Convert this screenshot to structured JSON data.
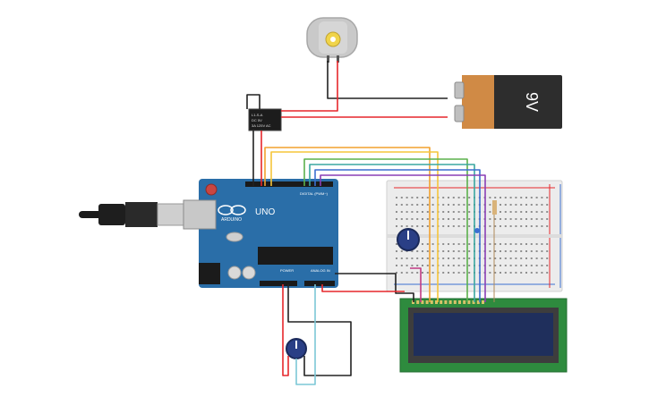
{
  "battery": {
    "label": "9V",
    "body_color": "#d08a45",
    "cap_color": "#2d2d2d"
  },
  "relay": {
    "text_lines": [
      "L1-S-A",
      "DC 5V",
      "3A 125V AC"
    ]
  },
  "arduino": {
    "brand": "ARDUINO",
    "model": "UNO",
    "digital_label": "DIGITAL (PWM~)",
    "power_label": "POWER",
    "analog_label": "ANALOG IN",
    "board_color": "#2a6ea8"
  },
  "lcd": {
    "screen_color": "#1f2f5c",
    "board_color": "#2e8b3e"
  },
  "wires": {
    "colors": [
      "#e6272b",
      "#f2a12e",
      "#f5c53a",
      "#5bb04c",
      "#3aa7a0",
      "#3b6fd1",
      "#8a3fb5",
      "#222222",
      "#7cc7d6"
    ]
  }
}
